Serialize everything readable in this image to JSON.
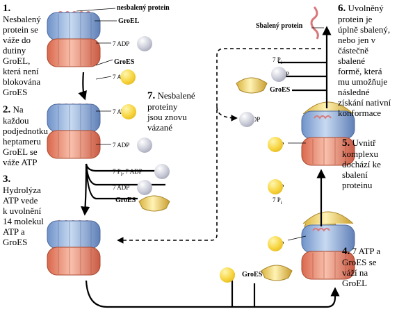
{
  "steps": {
    "s1": {
      "num": "1.",
      "lines": [
        "Nesbalený",
        "protein se",
        "váže do",
        "dutiny",
        "GroEL,",
        "která není",
        "blokována",
        "GroES"
      ]
    },
    "s2": {
      "num": "2.",
      "lines": [
        "Na každou",
        "podjednotku",
        "heptameru",
        "GroEL se",
        "váže ATP"
      ]
    },
    "s3": {
      "num": "3.",
      "lines": [
        "Hydrolýza",
        "ATP vede",
        "k uvolnění",
        "14 molekul",
        "ATP a",
        "GroES"
      ]
    },
    "s4": {
      "num": "4.",
      "lines": [
        "7 ATP a",
        "GroES se",
        "váží na",
        "GroEL"
      ]
    },
    "s5": {
      "num": "5.",
      "lines": [
        "Uvnitř",
        "komplexu",
        "dochází ke",
        "sbalení",
        "proteinu"
      ]
    },
    "s6": {
      "num": "6.",
      "lines": [
        "Uvolněný",
        "protein je",
        "úplně sbalený,",
        "nebo jen v",
        "částečně",
        "sbalené",
        "formě, která",
        "mu umožňuje",
        "následné",
        "získání nativní",
        "konformace"
      ]
    },
    "s7": {
      "num": "7.",
      "lines": [
        "Nesbalené",
        "proteiny",
        "jsou znovu",
        "vázané"
      ]
    }
  },
  "labels": {
    "unfolded_protein": "nesbalený protein",
    "groel": "GroEL",
    "groes": "GroES",
    "folded_protein": "Sbalený protein",
    "atp7": "7 ATP",
    "adp7": "7 ADP",
    "pi7": "7 P",
    "pi_sub": "i",
    "pi_adp": "7 P",
    "pi_adp_rest": ", 7 ADP"
  },
  "colors": {
    "groel_upper": "#a9c4e6",
    "groel_lower": "#ef9a82",
    "groes": "#f6e08a",
    "atp": "#f6d23a",
    "adp": "#c5c7d4",
    "protein": "#d9777a"
  },
  "icons": {
    "cycle_arrow": "arrow",
    "release_arrow": "dashed-arrow"
  }
}
